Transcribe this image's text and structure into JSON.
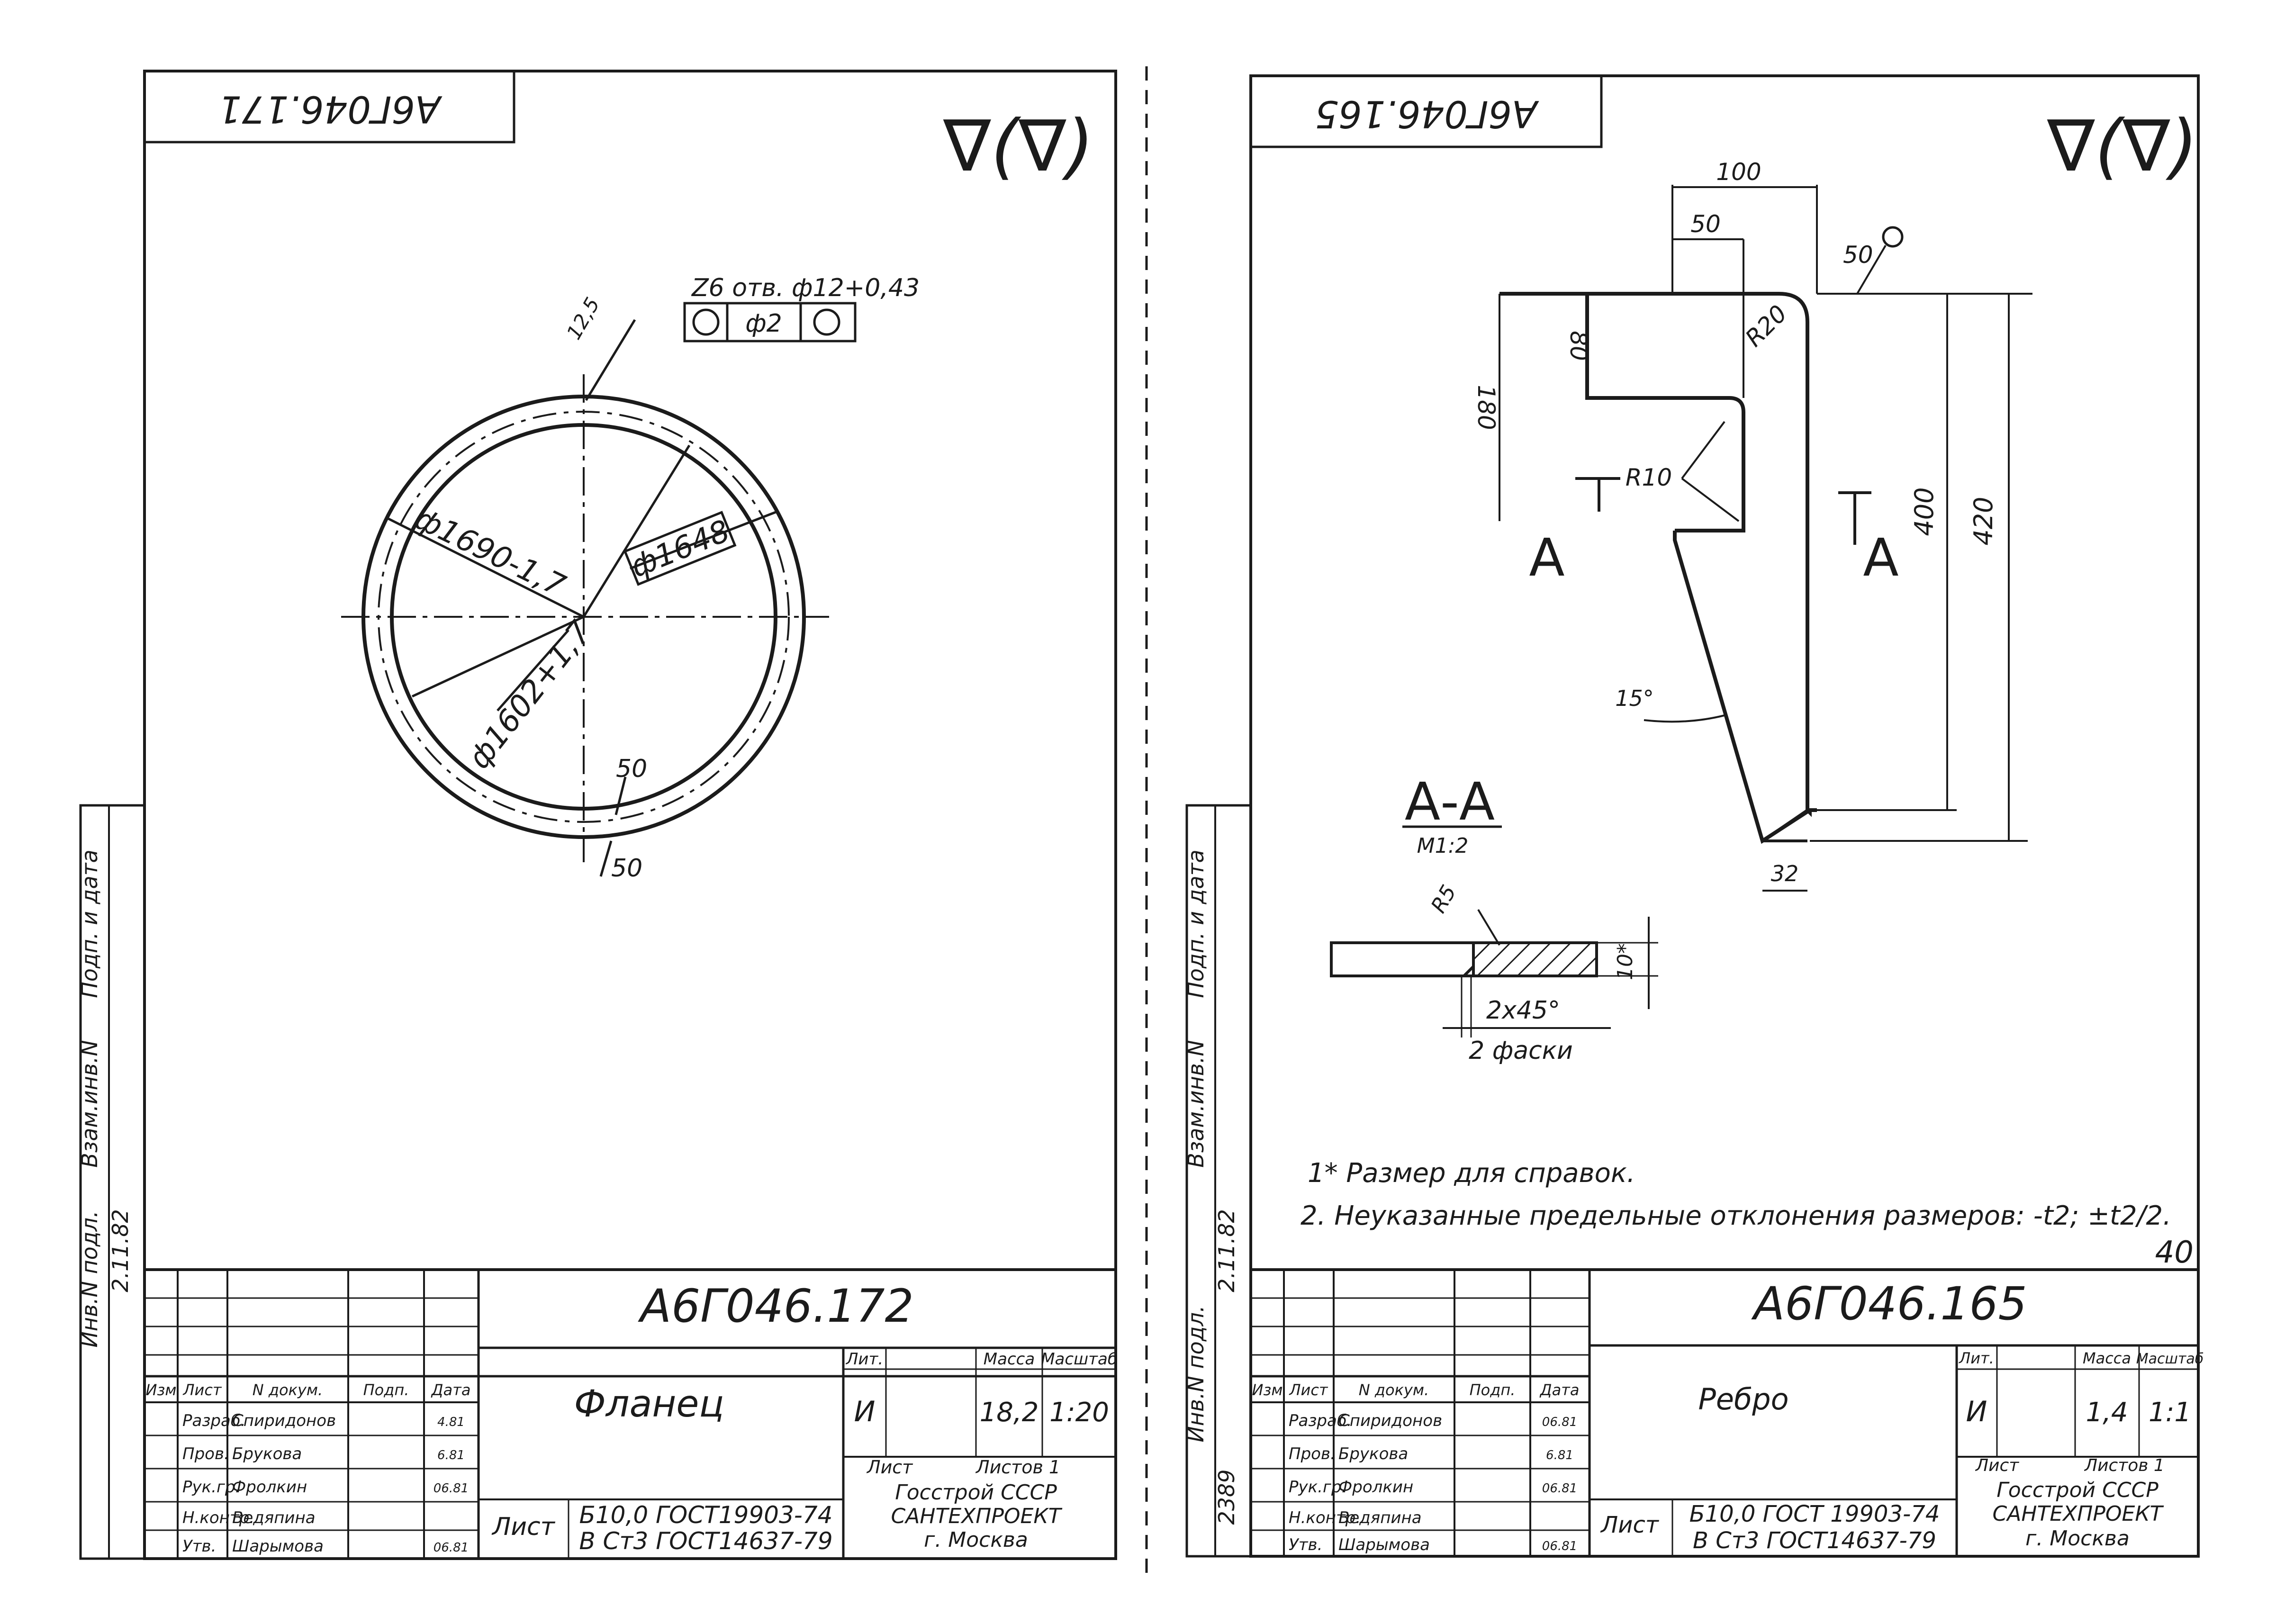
{
  "sheets": [
    {
      "code": "А6Г046.172",
      "code_rotated": "А6Г046.171",
      "roughness": "∇(∇)",
      "holes_note": "Z6 отв. ф12+0,43",
      "hole_position_tol": "ф2",
      "hole_roughness": "12,5",
      "dimensions": {
        "outer": "ф1690-1,7",
        "bolt_circle": "ф1648",
        "inner": "ф1602+1,7",
        "width_a": "50",
        "width_b": "50"
      },
      "title_block": {
        "part_name": "Фланец",
        "sheet_code": "А6Г046.172",
        "lit_header": "Лит.",
        "mass_header": "Масса",
        "scale_header": "Масштаб",
        "lit_value": "И",
        "mass_value": "18,2",
        "scale_value": "1:20",
        "sheet_label": "Лист",
        "sheets_label": "Листов 1",
        "material_line1": "Б10,0 ГОСТ19903-74",
        "material_line2": "В Ст3 ГОСТ14637-79",
        "org_line1": "Госстрой СССР",
        "org_line2": "САНТЕХПРОЕКТ",
        "org_line3": "г. Москва",
        "col_headers": [
          "Изм",
          "Лист",
          "N докум.",
          "Подп.",
          "Дата"
        ],
        "rows": [
          {
            "role": "Разраб.",
            "name": "Спиридонов",
            "date": "4.81"
          },
          {
            "role": "Пров.",
            "name": "Брукова",
            "date": "6.81"
          },
          {
            "role": "Рук.гр.",
            "name": "Фролкин",
            "date": "06.81"
          },
          {
            "role": "Н.контр.",
            "name": "Ведяпина",
            "date": ""
          },
          {
            "role": "Утв.",
            "name": "Шарымова",
            "date": "06.81"
          }
        ],
        "list_label": "Лист"
      },
      "side_stamp": {
        "label_1": "Инв.N подл.",
        "label_2": "Подп. и дата",
        "label_3": "Взам.инв.N",
        "date": "2.11.82"
      }
    },
    {
      "code": "А6Г046.165",
      "code_rotated": "А6Г046.165",
      "roughness": "∇(∇)",
      "dimensions": {
        "top_width": "100",
        "top_inset": "50",
        "roughness_edge": "50",
        "left_height": "180",
        "notch_height": "80",
        "radius_top": "R20",
        "radius_inner": "R10",
        "height_400": "400",
        "height_420": "420",
        "angle": "15°",
        "bottom_width": "32"
      },
      "section": {
        "label": "А-А",
        "scale": "М1:2",
        "radius": "R5",
        "thickness": "10*",
        "chamfer": "2х45°",
        "chamfer_note": "2 фаски"
      },
      "section_marks": [
        "А",
        "А"
      ],
      "notes": [
        "1* Размер для справок.",
        "2. Неуказанные предельные отклонения размеров: -t2; ±t2/2."
      ],
      "page_number": "40",
      "title_block": {
        "part_name": "Ребро",
        "sheet_code": "А6Г046.165",
        "lit_header": "Лит.",
        "mass_header": "Масса",
        "scale_header": "Масштаб",
        "lit_value": "И",
        "mass_value": "1,4",
        "scale_value": "1:1",
        "sheet_label": "Лист",
        "sheets_label": "Листов 1",
        "material_line1": "Б10,0 ГОСТ 19903-74",
        "material_line2": "В Ст3 ГОСТ14637-79",
        "org_line1": "Госстрой СССР",
        "org_line2": "САНТЕХПРОЕКТ",
        "org_line3": "г. Москва",
        "col_headers": [
          "Изм",
          "Лист",
          "N докум.",
          "Подп.",
          "Дата"
        ],
        "rows": [
          {
            "role": "Разраб.",
            "name": "Спиридонов",
            "date": "06.81"
          },
          {
            "role": "Пров.",
            "name": "Брукова",
            "date": "6.81"
          },
          {
            "role": "Рук.гр.",
            "name": "Фролкин",
            "date": "06.81"
          },
          {
            "role": "Н.контр.",
            "name": "Ведяпина",
            "date": ""
          },
          {
            "role": "Утв.",
            "name": "Шарымова",
            "date": "06.81"
          }
        ],
        "list_label": "Лист"
      },
      "side_stamp": {
        "label_1": "Инв.N подл.",
        "label_2": "Подп. и дата",
        "label_3": "Взам.инв.N",
        "date": "2.11.82",
        "inv": "2389"
      }
    }
  ]
}
